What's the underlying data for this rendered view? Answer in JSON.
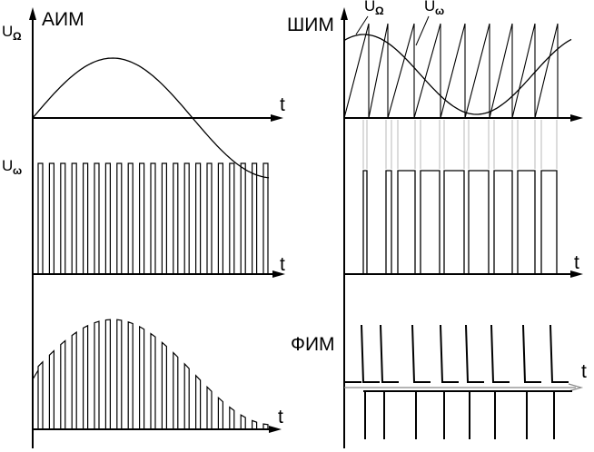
{
  "labels": {
    "aim": "АИМ",
    "shim": "ШИМ",
    "fim": "ФИМ",
    "u_omega_big": "U",
    "u_omega_big_sub": "Ω",
    "u_omega_small": "U",
    "u_omega_small_sub": "ω",
    "shim_u_big": "U",
    "shim_u_big_sub": "Ω",
    "shim_u_small": "U",
    "shim_u_small_sub": "ω",
    "time_axis": "t"
  },
  "colors": {
    "ink": "#000000",
    "guide": "#b8b8b8",
    "background": "#ffffff"
  }
}
